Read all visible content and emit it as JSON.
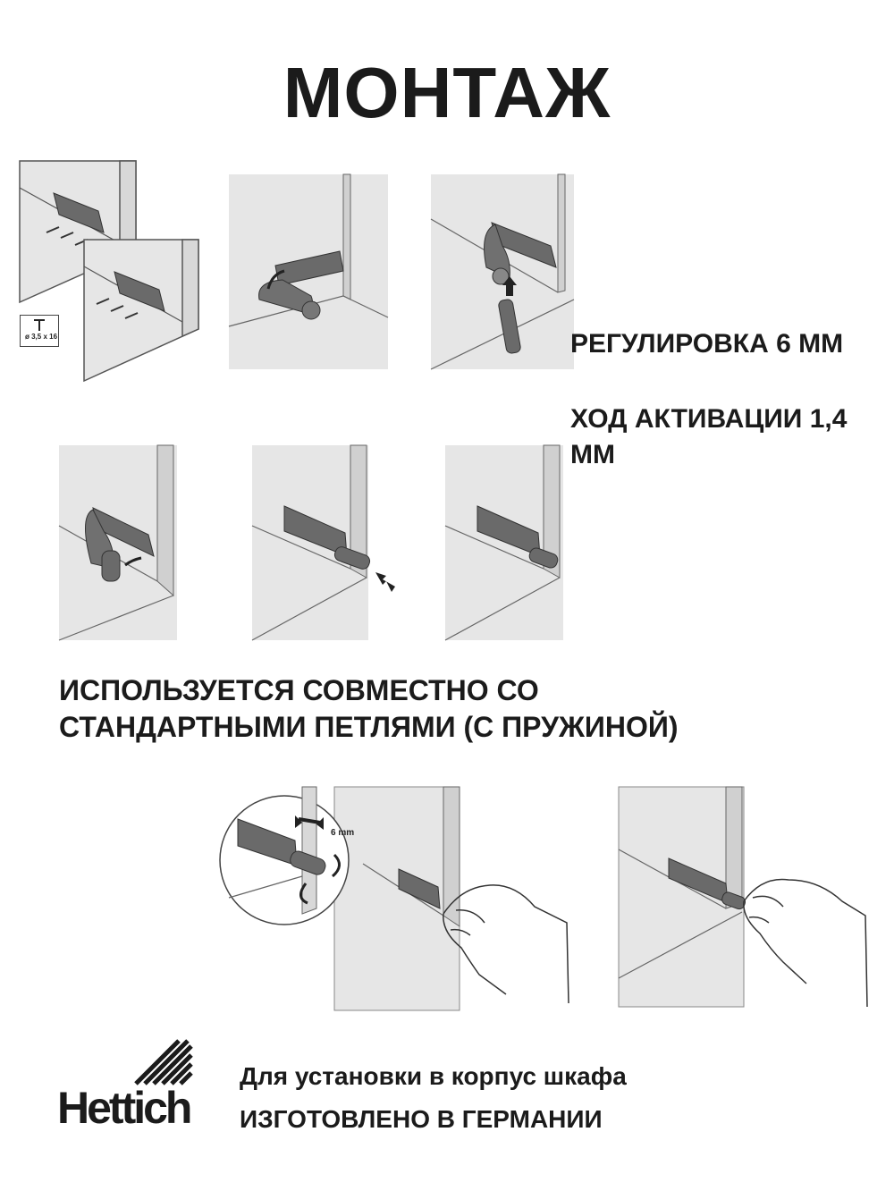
{
  "title": "МОНТАЖ",
  "specs": {
    "adjustment": "РЕГУЛИРОВКА 6 ММ",
    "activation_line1": "ХОД АКТИВАЦИИ 1,4",
    "activation_line2": "ММ"
  },
  "usage": {
    "line1": "ИСПОЛЬЗУЕТСЯ СОВМЕСТНО СО",
    "line2": "СТАНДАРТНЫМИ ПЕТЛЯМИ (С ПРУЖИНОЙ)"
  },
  "screw_spec": "ø 3,5 x 16",
  "adjust_label": "6 mm",
  "brand": "Hettich",
  "footer": {
    "line1": "Для установки в корпус шкафа",
    "line2": "ИЗГОТОВЛЕНО В ГЕРМАНИИ"
  },
  "colors": {
    "panel": "#e6e6e6",
    "outline": "#4a4a4a",
    "device": "#6a6a6a",
    "text": "#1b1b1b"
  }
}
